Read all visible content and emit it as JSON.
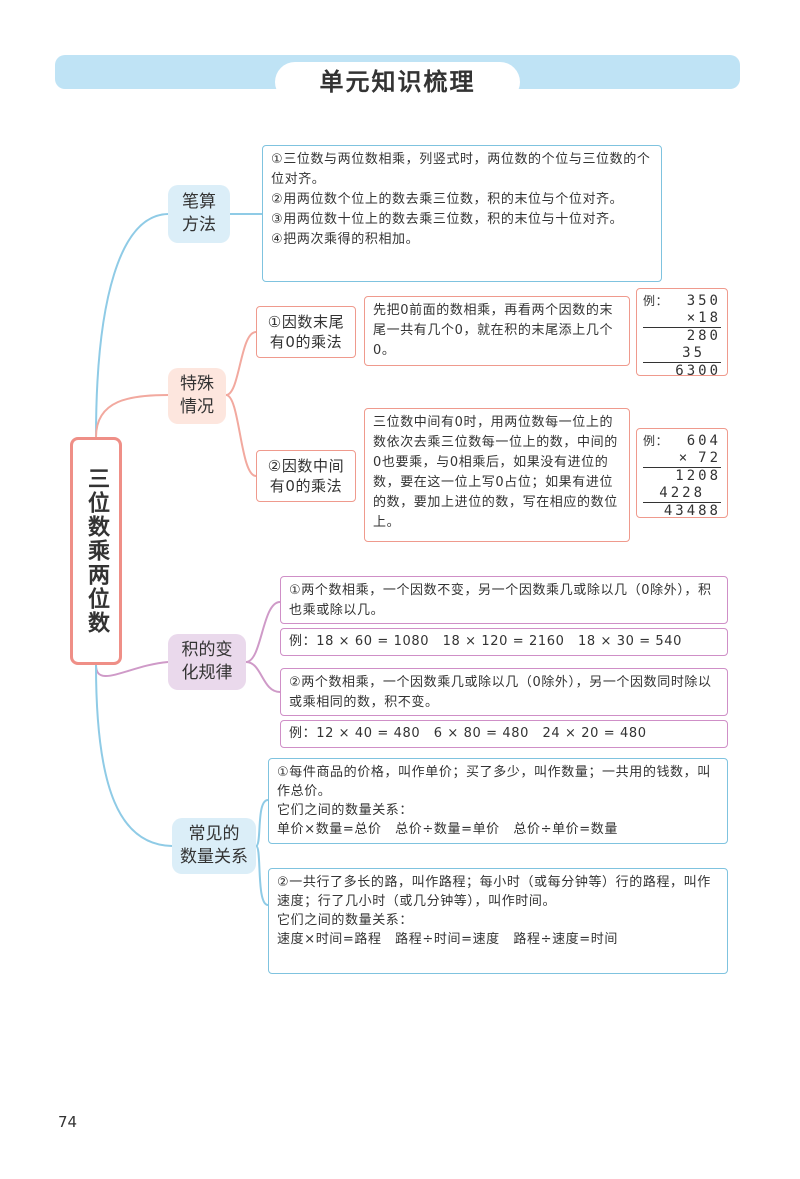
{
  "header": {
    "title": "单元知识梳理"
  },
  "central_topic": "三位数乘两位数",
  "branches": {
    "written": {
      "label_line1": "笔算",
      "label_line2": "方法",
      "steps": [
        "①三位数与两位数相乘，列竖式时，两位数的个位与三位数的个位对齐。",
        "②用两位数个位上的数去乘三位数，积的末位与个位对齐。",
        "③用两位数十位上的数去乘三位数，积的末位与十位对齐。",
        "④把两次乘得的积相加。"
      ]
    },
    "special": {
      "label_line1": "特殊",
      "label_line2": "情况",
      "case1": {
        "label_line1": "①因数末尾",
        "label_line2": "有0的乘法",
        "text": "先把0前面的数相乘，再看两个因数的末尾一共有几个0，就在积的末尾添上几个0。",
        "example": {
          "label": "例：",
          "multiplicand": "350",
          "multiplier_sign": "×",
          "multiplier": "18",
          "partial1": "280",
          "partial2": "35",
          "result": "6300"
        }
      },
      "case2": {
        "label_line1": "②因数中间",
        "label_line2": "有0的乘法",
        "text": "三位数中间有0时，用两位数每一位上的数依次去乘三位数每一位上的数，中间的0也要乘，与0相乘后，如果没有进位的数，要在这一位上写0占位；如果有进位的数，要加上进位的数，写在相应的数位上。",
        "example": {
          "label": "例：",
          "multiplicand": "604",
          "multiplier_sign": "×",
          "multiplier": "72",
          "partial1": "1208",
          "partial2": "4228",
          "result": "43488"
        }
      }
    },
    "product": {
      "label_line1": "积的变",
      "label_line2": "化规律",
      "rule1": "①两个数相乘，一个因数不变，另一个因数乘几或除以几（0除外），积也乘或除以几。",
      "example1": "例：18 × 60 = 1080　18 × 120 = 2160　18 × 30 = 540",
      "rule2": "②两个数相乘，一个因数乘几或除以几（0除外），另一个因数同时除以或乘相同的数，积不变。",
      "example2": "例：12 × 40 = 480　6 × 80 = 480　24 × 20 = 480"
    },
    "quantity": {
      "label_line1": "常见的",
      "label_line2": "数量关系",
      "rel1_line1": "①每件商品的价格，叫作单价；买了多少，叫作数量；一共用的钱数，叫作总价。",
      "rel1_line2": "它们之间的数量关系：",
      "rel1_line3": "单价×数量=总价　总价÷数量=单价　总价÷单价=数量",
      "rel2_line1": "②一共行了多长的路，叫作路程；每小时（或每分钟等）行的路程，叫作速度；行了几小时（或几分钟等），叫作时间。",
      "rel2_line2": "它们之间的数量关系：",
      "rel2_line3": "速度×时间=路程　路程÷时间=速度　路程÷速度=时间"
    }
  },
  "page_number": "74",
  "colors": {
    "header_band": "#bfe3f5",
    "central_border": "#ef8f87",
    "blue_branch": "#7fc3df",
    "pink_branch": "#ef9a8d",
    "purple_branch": "#cf8fc7"
  }
}
